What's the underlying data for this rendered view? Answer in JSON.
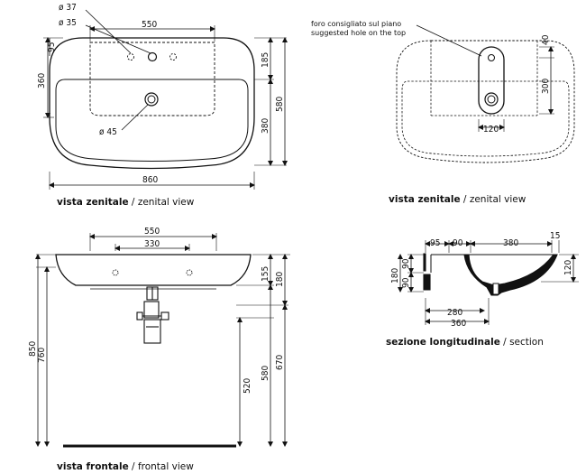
{
  "captions": {
    "top_view_1": {
      "bold": "vista zenitale",
      "sep": " / ",
      "normal": "zenital view"
    },
    "top_view_2": {
      "bold": "vista zenitale",
      "sep": " / ",
      "normal": "zenital view"
    },
    "front_view": {
      "bold": "vista frontale",
      "sep": " / ",
      "normal": "frontal view"
    },
    "section_view": {
      "bold": "sezione longitudinale",
      "sep": " / ",
      "normal": "section"
    }
  },
  "note": {
    "line1": "foro consigliato sul piano",
    "line2": "suggested hole on the top"
  },
  "dims_top1": {
    "d37": "ø 37",
    "d35": "ø 35",
    "w550": "550",
    "h95": "95",
    "h360": "360",
    "h185": "185",
    "h380": "380",
    "h580": "580",
    "d45": "ø 45",
    "w860": "860"
  },
  "dims_top2": {
    "h40": "40",
    "h300": "300",
    "w120": "120"
  },
  "dims_front": {
    "w550": "550",
    "w330": "330",
    "h155": "155",
    "h180": "180",
    "h850": "850",
    "h760": "760",
    "h520": "520",
    "h580": "580",
    "h670": "670"
  },
  "dims_section": {
    "w95": "95",
    "w90": "90",
    "w380": "380",
    "w15": "15",
    "h180": "180",
    "h90a": "90",
    "h90b": "90",
    "h120": "120",
    "w280": "280",
    "w360": "360"
  }
}
